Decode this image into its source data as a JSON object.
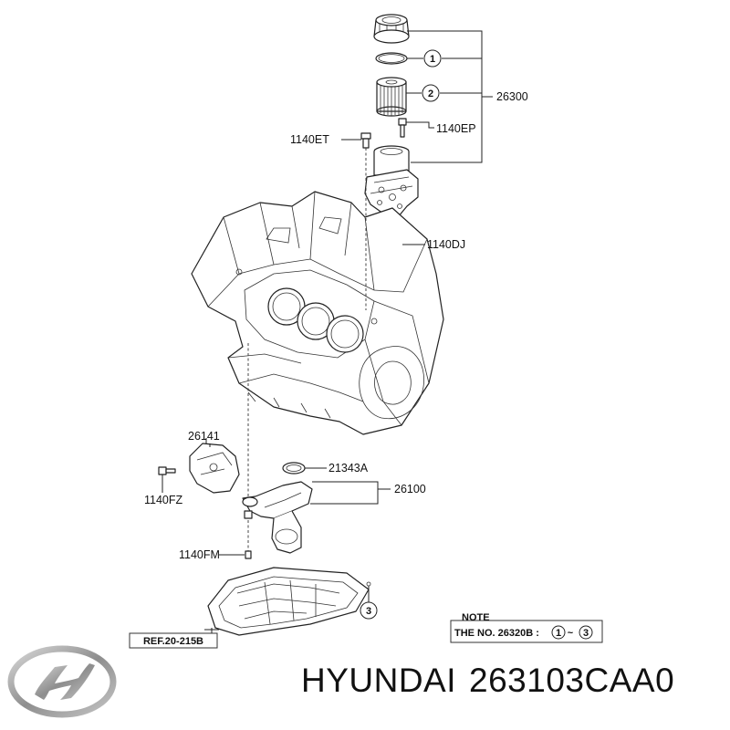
{
  "labels": {
    "assembly": "26300",
    "callout_1": "1",
    "callout_2": "2",
    "callout_3": "3",
    "bolt_left": "1140ET",
    "bolt_right": "1140EP",
    "bolt_lower": "1140DJ",
    "cover": "26141",
    "cover_bolt": "1140FZ",
    "gasket": "21343A",
    "strainer": "26100",
    "strainer_bolt": "1140FM",
    "reference": "REF.20-215B"
  },
  "note": {
    "title": "NOTE",
    "prefix": "THE NO. 26320B :",
    "range_start": "1",
    "range_sep": "~",
    "range_end": "3"
  },
  "footer": {
    "brand": "HYUNDAI",
    "part_number": "263103CAA0"
  },
  "logo": {
    "icon": "hyundai-logo",
    "color": "#9a9a9a"
  }
}
